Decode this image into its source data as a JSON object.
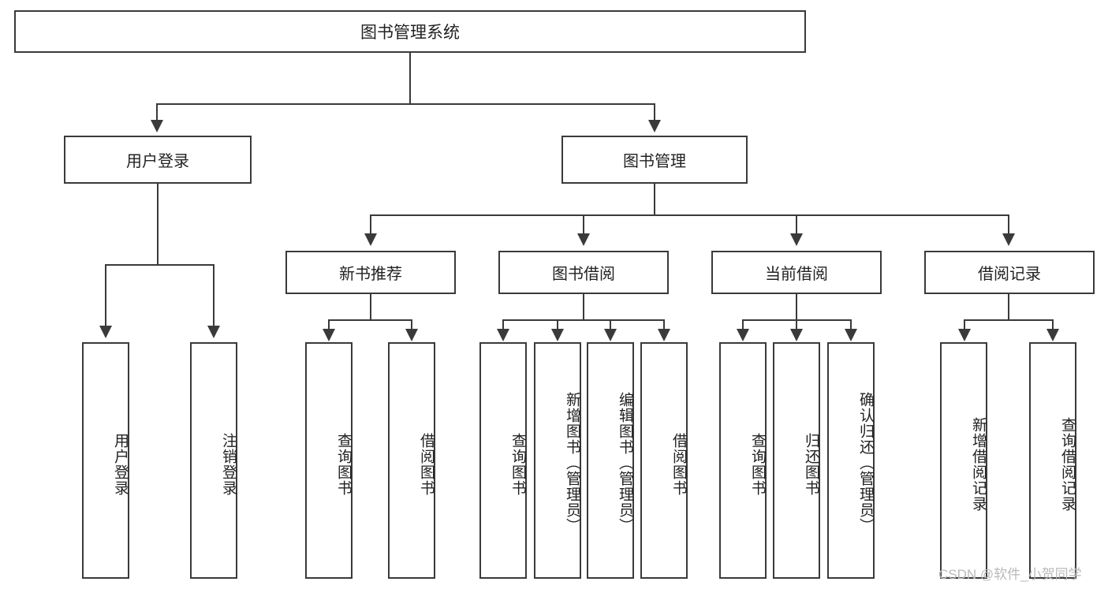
{
  "diagram": {
    "title": "图书管理系统",
    "type": "hierarchy-tree",
    "root": {
      "label": "图书管理系统"
    },
    "level2": [
      {
        "key": "user-login",
        "label": "用户登录"
      },
      {
        "key": "book-management",
        "label": "图书管理"
      }
    ],
    "level3": [
      {
        "key": "new-book-recommend",
        "label": "新书推荐"
      },
      {
        "key": "book-borrow",
        "label": "图书借阅"
      },
      {
        "key": "current-borrow",
        "label": "当前借阅"
      },
      {
        "key": "borrow-record",
        "label": "借阅记录"
      }
    ],
    "leaves": {
      "user_login": [
        {
          "key": "user-login-leaf",
          "label": "用户登录"
        },
        {
          "key": "logout-leaf",
          "label": "注销登录"
        }
      ],
      "new_book_recommend": [
        {
          "key": "query-book-1",
          "label": "查询图书"
        },
        {
          "key": "borrow-book-1",
          "label": "借阅图书"
        }
      ],
      "book_borrow": [
        {
          "key": "query-book-2",
          "label": "查询图书"
        },
        {
          "key": "add-book",
          "label": "新增图书（管理员）"
        },
        {
          "key": "edit-book",
          "label": "编辑图书（管理员）"
        },
        {
          "key": "borrow-book-2",
          "label": "借阅图书"
        }
      ],
      "current_borrow": [
        {
          "key": "query-book-3",
          "label": "查询图书"
        },
        {
          "key": "return-book",
          "label": "归还图书"
        },
        {
          "key": "confirm-return",
          "label": "确认归还（管理员）"
        }
      ],
      "borrow_record": [
        {
          "key": "add-borrow-record",
          "label": "新增借阅记录"
        },
        {
          "key": "query-borrow-record",
          "label": "查询借阅记录"
        }
      ]
    }
  },
  "watermark": {
    "text": "CSDN @软件_小贺同学"
  },
  "colors": {
    "stroke": "#3a3a3a",
    "text": "#222222",
    "background": "#ffffff",
    "watermark": "#b9b9b9"
  }
}
